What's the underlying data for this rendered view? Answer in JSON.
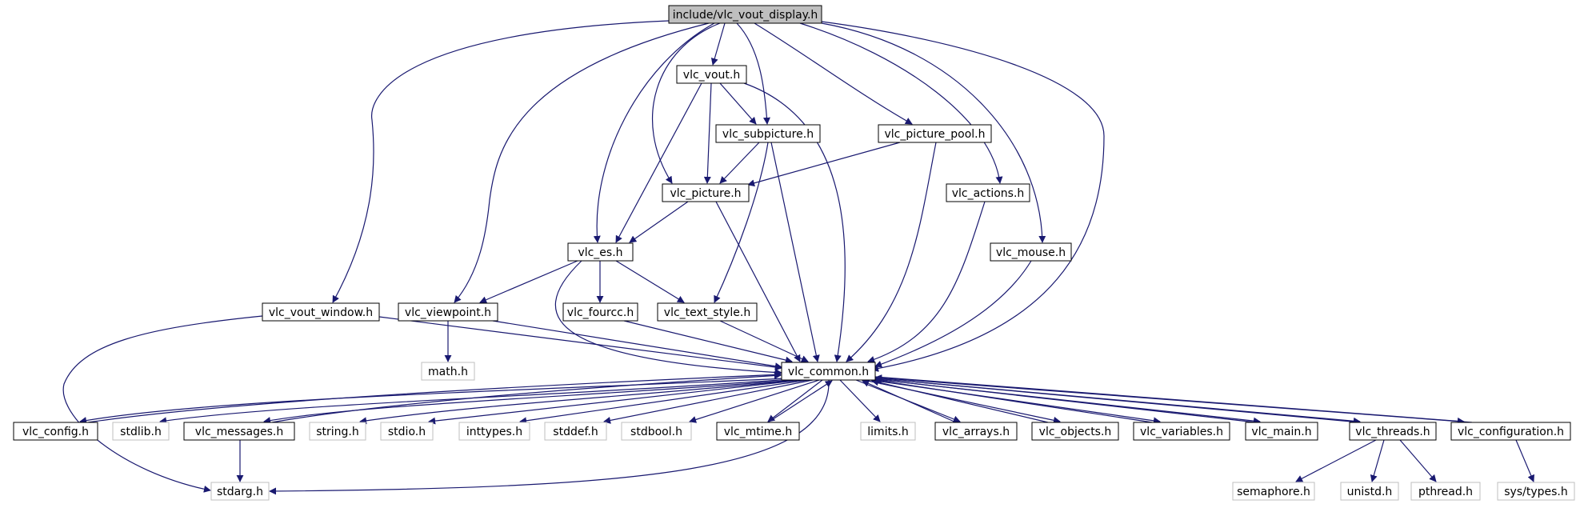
{
  "colors": {
    "edge": "#191970",
    "node_border": "#000000",
    "missing_border": "#bfbfbf",
    "root_fill": "#bfbfbf",
    "node_fill": "#ffffff"
  },
  "nodes": {
    "root": "include/vlc_vout_display.h",
    "vout": "vlc_vout.h",
    "subpicture": "vlc_subpicture.h",
    "picture_pool": "vlc_picture_pool.h",
    "picture": "vlc_picture.h",
    "actions": "vlc_actions.h",
    "es": "vlc_es.h",
    "mouse": "vlc_mouse.h",
    "vout_window": "vlc_vout_window.h",
    "viewpoint": "vlc_viewpoint.h",
    "fourcc": "vlc_fourcc.h",
    "text_style": "vlc_text_style.h",
    "math": "math.h",
    "common": "vlc_common.h",
    "config": "vlc_config.h",
    "stdlib": "stdlib.h",
    "messages": "vlc_messages.h",
    "string": "string.h",
    "stdio": "stdio.h",
    "inttypes": "inttypes.h",
    "stddef": "stddef.h",
    "stdbool": "stdbool.h",
    "mtime": "vlc_mtime.h",
    "limits": "limits.h",
    "arrays": "vlc_arrays.h",
    "objects": "vlc_objects.h",
    "variables": "vlc_variables.h",
    "main": "vlc_main.h",
    "threads": "vlc_threads.h",
    "configuration": "vlc_configuration.h",
    "stdarg": "stdarg.h",
    "semaphore": "semaphore.h",
    "unistd": "unistd.h",
    "pthread": "pthread.h",
    "sys_types": "sys/types.h"
  }
}
